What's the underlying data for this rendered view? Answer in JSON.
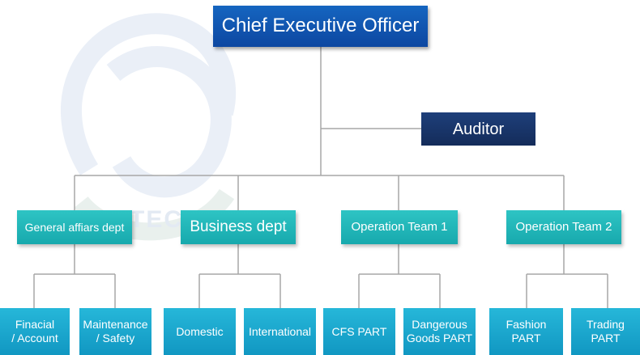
{
  "chart": {
    "ceo": "Chief Executive Officer",
    "auditor": "Auditor",
    "departments": [
      {
        "name": "General affiars dept",
        "units": [
          "Finacial\n/ Account",
          "Maintenance\n/ Safety"
        ]
      },
      {
        "name": "Business dept",
        "units": [
          "Domestic",
          "International"
        ]
      },
      {
        "name": "Operation Team 1",
        "units": [
          "CFS  PART",
          "Dangerous\nGoods PART"
        ]
      },
      {
        "name": "Operation Team 2",
        "units": [
          "Fashion\nPART",
          "Trading\nPART"
        ]
      }
    ]
  },
  "watermark": {
    "text": "TEC",
    "color": "#dfe6f2"
  },
  "colors": {
    "connector": "#a7a7a7"
  }
}
